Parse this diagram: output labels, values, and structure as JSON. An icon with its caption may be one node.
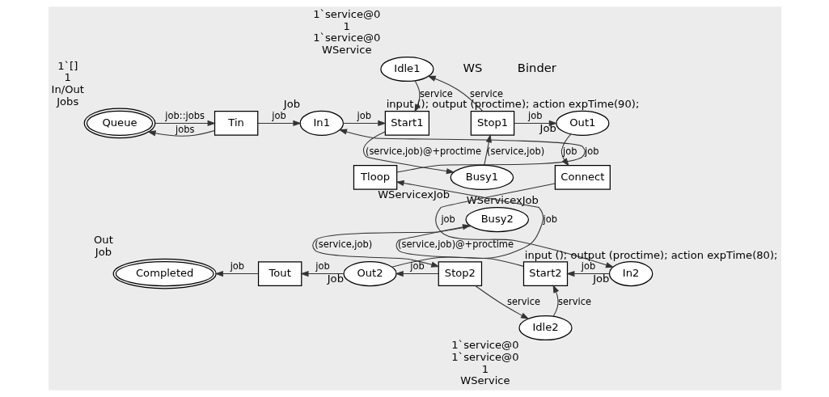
{
  "diagram": {
    "nodes": [
      {
        "text": [
          "Queue"
        ],
        "beside": [
          "1`[]",
          "1",
          "In/Out",
          "Jobs"
        ]
      },
      {
        "text": [
          "Tin"
        ]
      },
      {
        "text": [
          "In1"
        ],
        "beside": [
          "Job"
        ]
      },
      {
        "text": [
          "Start1"
        ],
        "beside": [
          "input (); output (proctime); action expTime(90);"
        ]
      },
      {
        "text": [
          "Idle1"
        ],
        "beside": [
          "1`service@0",
          "1",
          "1`service@0",
          "WService"
        ]
      },
      {
        "text": [
          "Stop1"
        ]
      },
      {
        "text": [
          "Out1"
        ],
        "beside": [
          "Job"
        ]
      },
      {
        "text": [
          "Busy1"
        ],
        "beside": [
          "WServicexJob"
        ]
      },
      {
        "text": [
          "Tloop"
        ]
      },
      {
        "text": [
          "Connect"
        ]
      },
      {
        "text": [
          "Busy2"
        ],
        "beside": [
          "WServicexJob"
        ]
      },
      {
        "text": [
          "Completed"
        ],
        "beside": [
          "Out",
          "Job"
        ]
      },
      {
        "text": [
          "Tout"
        ]
      },
      {
        "text": [
          "Out2"
        ],
        "beside": [
          "Job"
        ]
      },
      {
        "text": [
          "Stop2"
        ]
      },
      {
        "text": [
          "Start2"
        ],
        "beside": [
          "input (); output (proctime); action expTime(80);"
        ]
      },
      {
        "text": [
          "In2"
        ],
        "beside": [
          "Job"
        ]
      },
      {
        "text": [
          "Idle2"
        ],
        "beside": [
          "1`service@0",
          "1`service@0",
          "1",
          "WService"
        ]
      }
    ],
    "edges": [
      {
        "from": 0,
        "to": 1,
        "arrow": "to",
        "label": "job::jobs"
      },
      {
        "from": 1,
        "to": 0,
        "arrow": "to",
        "label": "jobs"
      },
      {
        "from": 1,
        "to": 2,
        "arrow": "to",
        "label": "job"
      },
      {
        "from": 2,
        "to": 3,
        "arrow": "to",
        "label": "job"
      },
      {
        "from": 4,
        "to": 3,
        "arrow": "to",
        "label": "service"
      },
      {
        "from": 5,
        "to": 4,
        "arrow": "to",
        "label": "service"
      },
      {
        "from": 3,
        "to": 7,
        "arrow": "to",
        "label": "(service,job)@+proctime"
      },
      {
        "from": 7,
        "to": 5,
        "arrow": "to",
        "label": "(service,job)"
      },
      {
        "from": 5,
        "to": 6,
        "arrow": "to",
        "label": "job"
      },
      {
        "from": 6,
        "to": 9,
        "arrow": "to",
        "label": "job"
      },
      {
        "from": 8,
        "to": 2,
        "arrow": "to",
        "label": "job"
      },
      {
        "from": 9,
        "to": 16,
        "arrow": "to",
        "label": "job"
      },
      {
        "from": 16,
        "to": 15,
        "arrow": "to",
        "label": "job"
      },
      {
        "from": 15,
        "to": 10,
        "arrow": "to",
        "label": "(service,job)@+proctime"
      },
      {
        "from": 10,
        "to": 14,
        "arrow": "to",
        "label": "(service,job)"
      },
      {
        "from": 17,
        "to": 15,
        "arrow": "to",
        "label": "service"
      },
      {
        "from": 14,
        "to": 17,
        "arrow": "to",
        "label": "service"
      },
      {
        "from": 14,
        "to": 13,
        "arrow": "to",
        "label": "job"
      },
      {
        "from": 13,
        "to": 8,
        "arrow": "to",
        "label": "job"
      },
      {
        "from": 13,
        "to": 12,
        "arrow": "to",
        "label": "job"
      },
      {
        "from": 12,
        "to": 11,
        "arrow": "to",
        "label": "job"
      }
    ],
    "labels": [
      "WS",
      "Binder"
    ]
  }
}
